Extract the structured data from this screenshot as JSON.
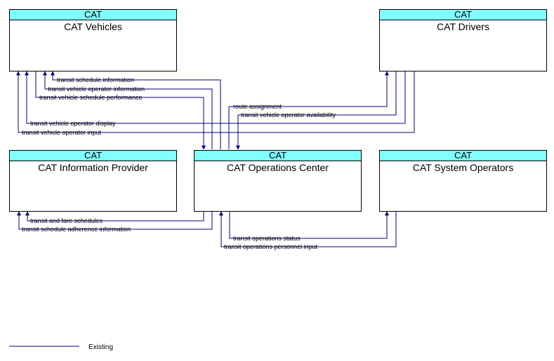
{
  "nodes": {
    "vehicles": {
      "category": "CAT",
      "title": "CAT Vehicles"
    },
    "drivers": {
      "category": "CAT",
      "title": "CAT Drivers"
    },
    "info": {
      "category": "CAT",
      "title": "CAT Information Provider"
    },
    "ops": {
      "category": "CAT",
      "title": "CAT Operations Center"
    },
    "sysops": {
      "category": "CAT",
      "title": "CAT System Operators"
    }
  },
  "flows": {
    "f1": "transit schedule information",
    "f2": "transit vehicle operator information",
    "f3": "transit vehicle schedule performance",
    "f4": "route assignment",
    "f5": "transit vehicle operator availability",
    "f6": "transit vehicle operator display",
    "f7": "transit vehicle operator input",
    "f8": "transit and fare schedules",
    "f9": "transit schedule adherence information",
    "f10": "transit operations status",
    "f11": "transit operations personnel input"
  },
  "legend": {
    "existing": "Existing"
  },
  "colors": {
    "header": "#80ffff",
    "flow": "#000080"
  }
}
